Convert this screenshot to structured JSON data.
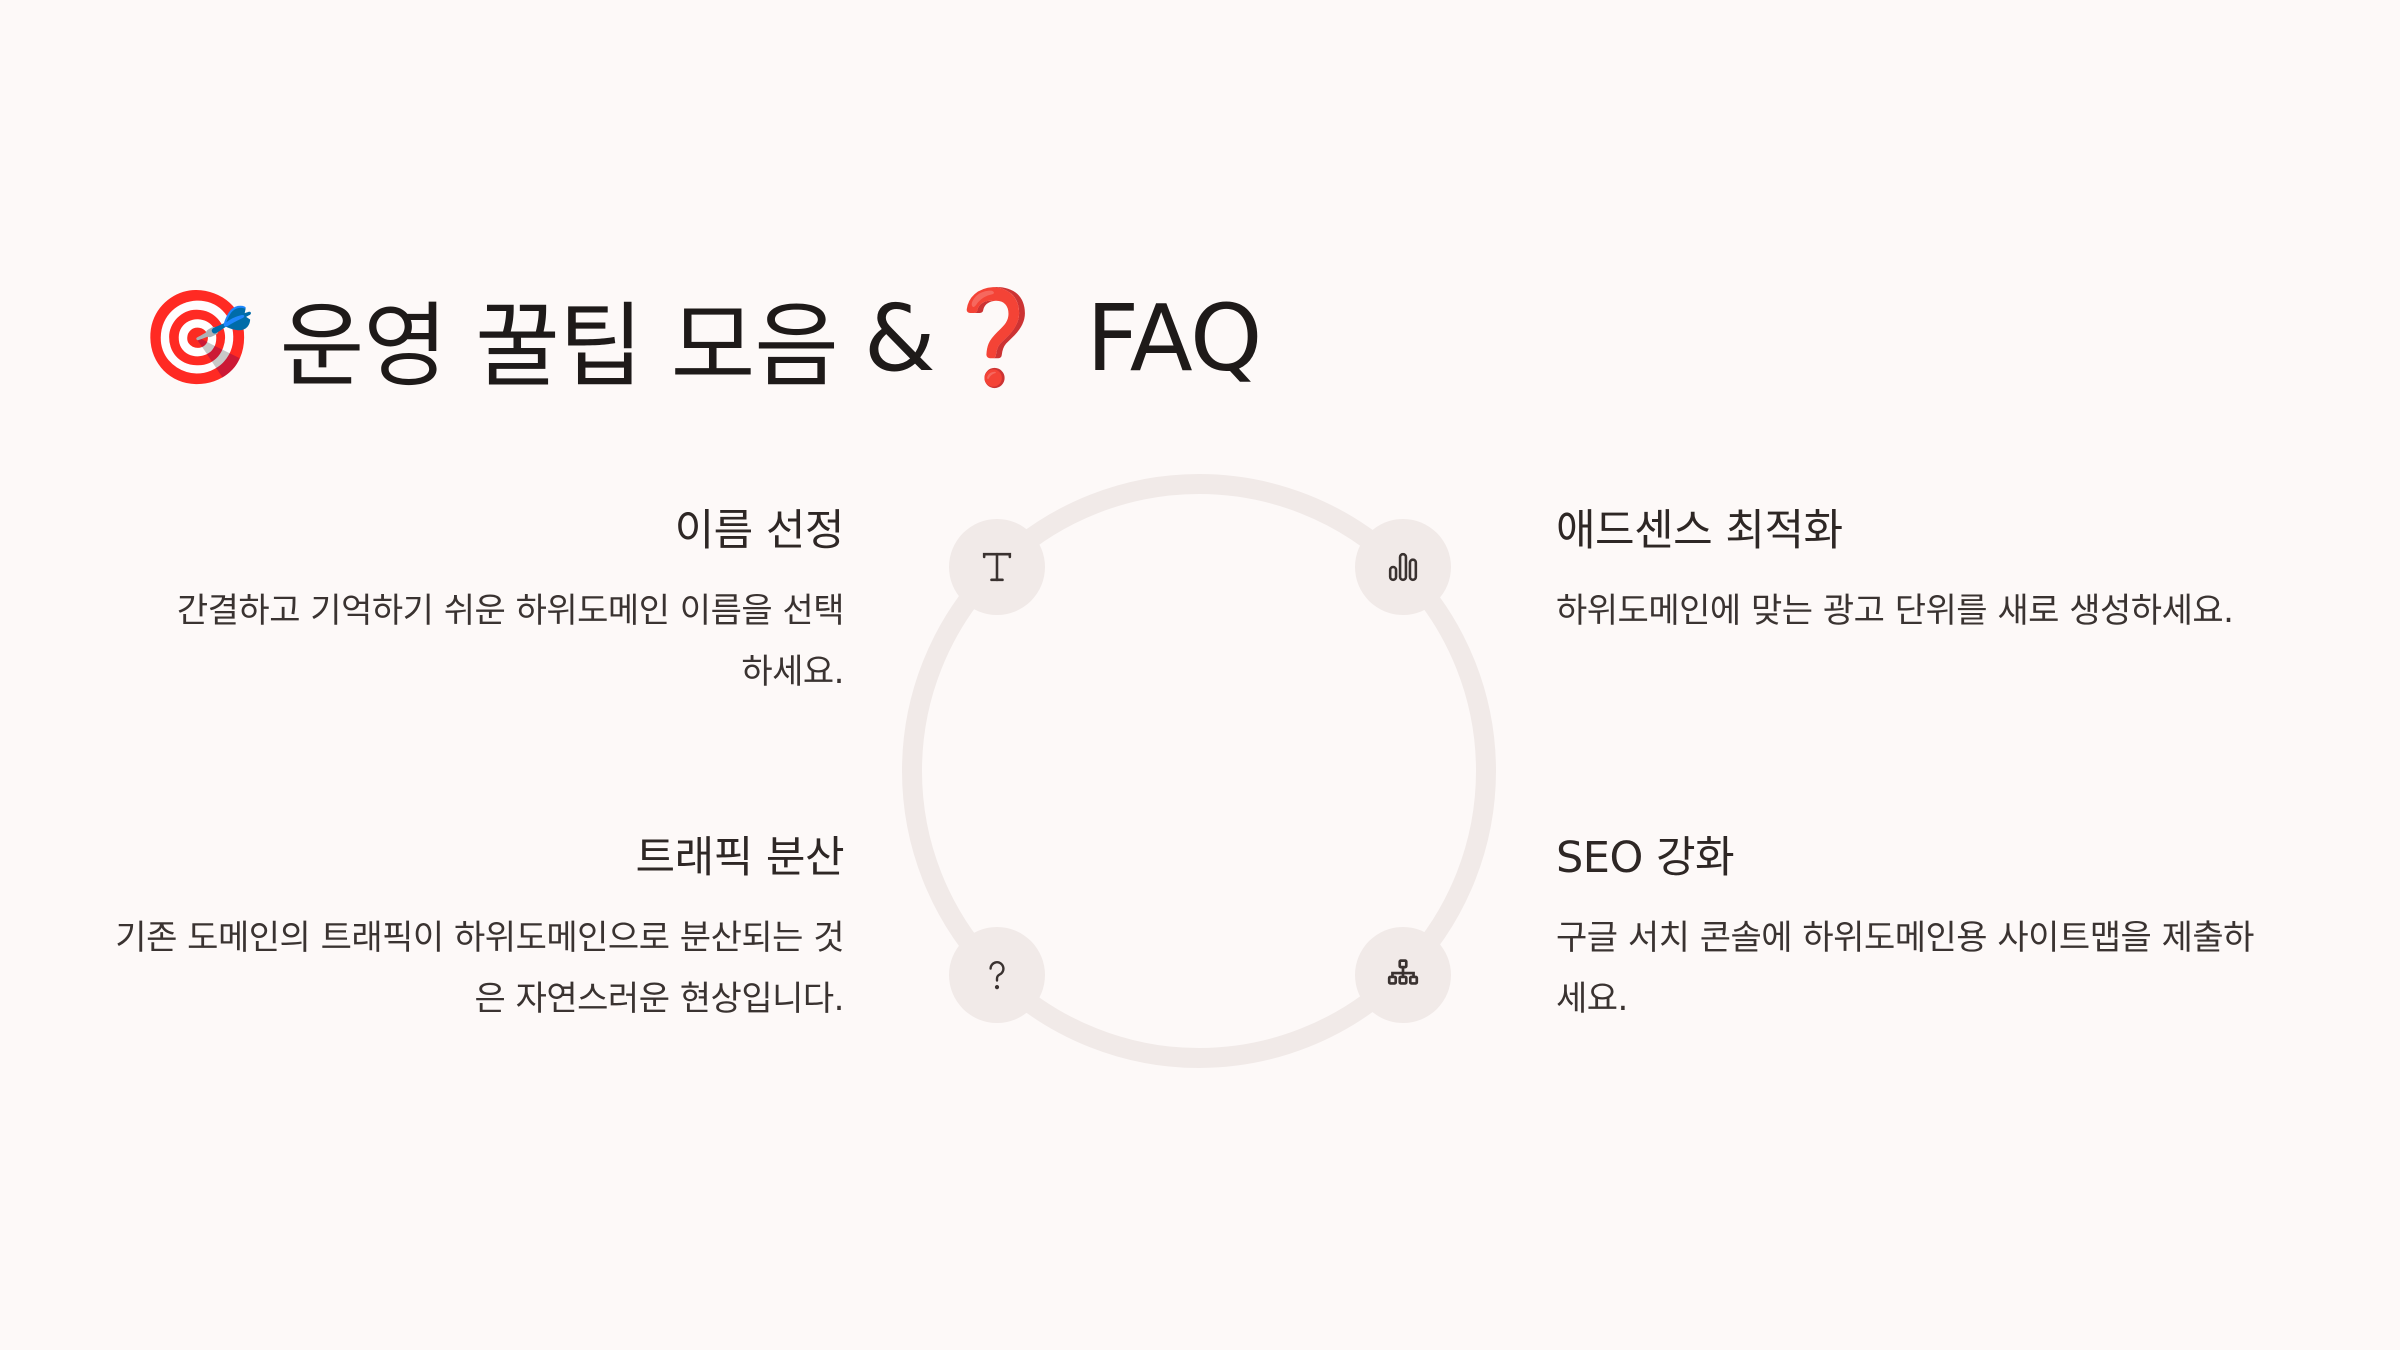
{
  "header": {
    "title_icon": "target-dart-emoji",
    "title_icon_glyph": "🎯",
    "title_part1": "운영 꿀팁 모음",
    "title_amp": "&",
    "title_question_icon": "red-question-mark-emoji",
    "title_question_glyph": "❓",
    "title_part2": "FAQ"
  },
  "diagram": {
    "ring_color": "#f1eae8",
    "nodes": [
      {
        "position": "top-left",
        "icon": "text-T-icon"
      },
      {
        "position": "top-right",
        "icon": "bar-chart-icon"
      },
      {
        "position": "bottom-left",
        "icon": "question-mark-icon"
      },
      {
        "position": "bottom-right",
        "icon": "sitemap-hierarchy-icon"
      }
    ]
  },
  "tips": [
    {
      "title": "이름 선정",
      "description": "간결하고 기억하기 쉬운 하위도메인 이름을 선택하세요."
    },
    {
      "title": "애드센스 최적화",
      "description": "하위도메인에 맞는 광고 단위를 새로 생성하세요."
    },
    {
      "title": "트래픽 분산",
      "description": "기존 도메인의 트래픽이 하위도메인으로 분산되는 것은 자연스러운 현상입니다."
    },
    {
      "title": "SEO 강화",
      "description": "구글 서치 콘솔에 하위도메인용 사이트맵을 제출하세요."
    }
  ],
  "colors": {
    "background": "#fdf9f8",
    "text": "#2e2725",
    "node_fill": "#f1eae8",
    "icon_stroke": "#3a3230"
  }
}
